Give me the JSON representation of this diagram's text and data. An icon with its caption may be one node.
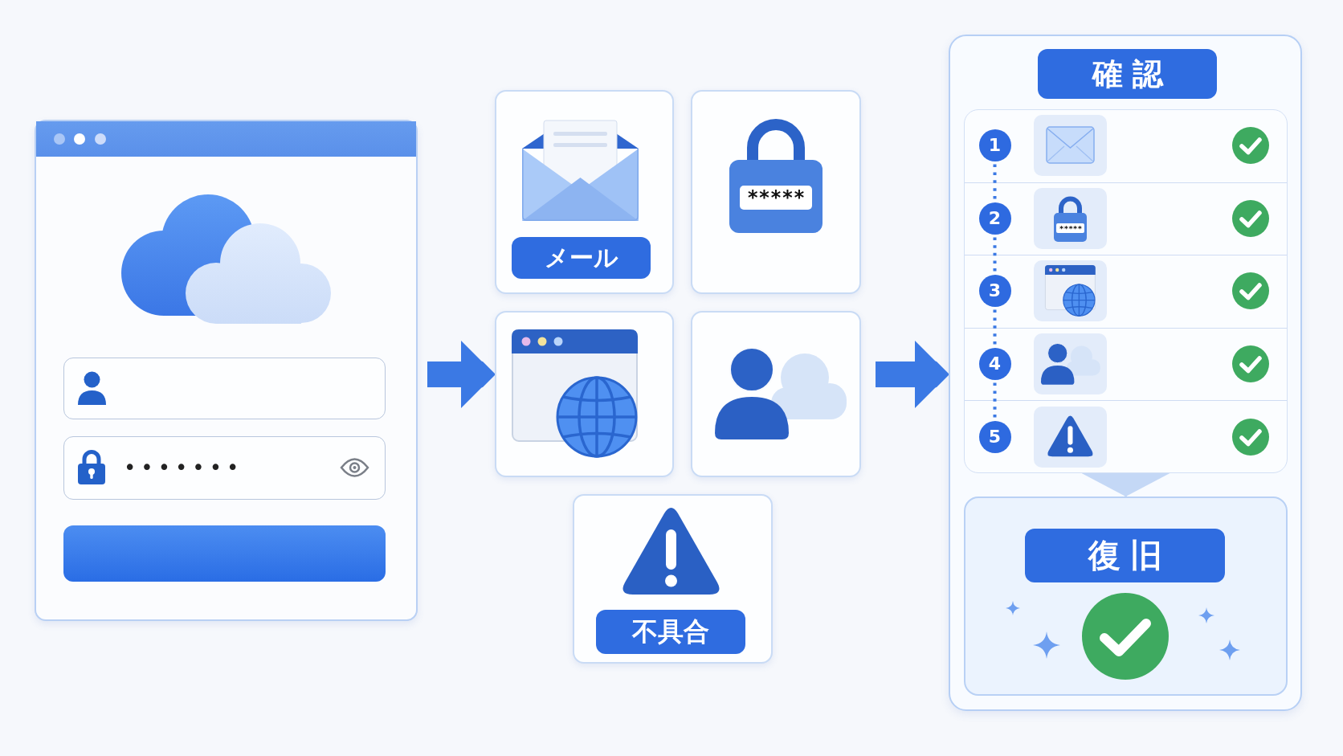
{
  "diagram": {
    "nodes": [
      {
        "text": [
          "•••••••"
        ]
      },
      {
        "text": [
          "メール"
        ]
      },
      {
        "text": [
          "*****"
        ]
      },
      {
        "text": [],
        "shape": "box"
      },
      {
        "text": [],
        "shape": "box"
      },
      {
        "text": [
          "不具合"
        ]
      },
      {
        "text": [
          "確認"
        ]
      },
      {
        "text": [],
        "shape": "box",
        "in": 6
      },
      {
        "text": [
          "1"
        ],
        "in": 7
      },
      {
        "text": [
          "2"
        ],
        "in": 7
      },
      {
        "text": [
          "3"
        ],
        "in": 7
      },
      {
        "text": [
          "4"
        ],
        "in": 7
      },
      {
        "text": [
          "5"
        ],
        "in": 7
      },
      {
        "text": [
          "復旧"
        ],
        "in": 6
      }
    ],
    "edges": [
      {
        "from": 0,
        "to": 3,
        "arrow": "to",
        "style": "thick"
      },
      {
        "from": 4,
        "to": 6,
        "arrow": "to",
        "style": "thick"
      },
      {
        "from": 8,
        "to": 9,
        "arrow": "none",
        "style": "dashed"
      },
      {
        "from": 9,
        "to": 10,
        "arrow": "none",
        "style": "dashed"
      },
      {
        "from": 10,
        "to": 11,
        "arrow": "none",
        "style": "dashed"
      },
      {
        "from": 11,
        "to": 12,
        "arrow": "none",
        "style": "dashed"
      },
      {
        "from": 7,
        "to": 13,
        "arrow": "to",
        "color": "#c4d8f6"
      }
    ],
    "labels": [
      "*****"
    ]
  }
}
